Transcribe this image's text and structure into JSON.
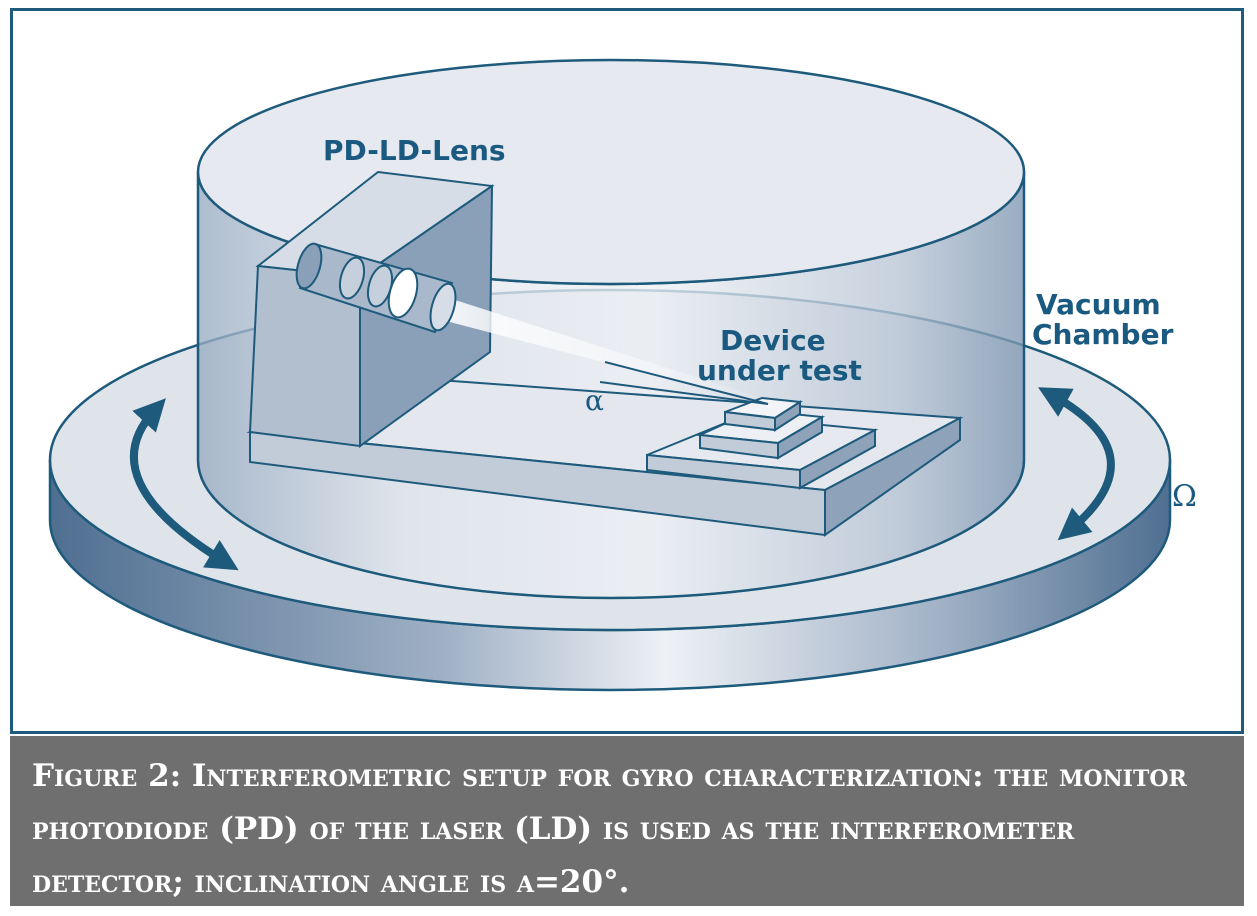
{
  "labels": {
    "pd_ld_lens": "PD-LD-Lens",
    "device_line1": "Device",
    "device_line2": "under test",
    "vacuum_line1": "Vacuum",
    "vacuum_line2": "Chamber",
    "alpha": "α",
    "omega": "Ω"
  },
  "caption": {
    "line1": "Figure 2: Interferometric setup for gyro characterization: the monitor",
    "line2": "photodiode (PD) of the laser (LD) is used as the interferometer",
    "line3": "detector; inclination angle is α=20°."
  },
  "colors": {
    "outline": "#1d5a7c",
    "fill_light": "#e6e9ef",
    "fill_mid": "#b6c3d4",
    "fill_dark": "#6a87a6",
    "caption_bg": "#6f6f6f"
  }
}
